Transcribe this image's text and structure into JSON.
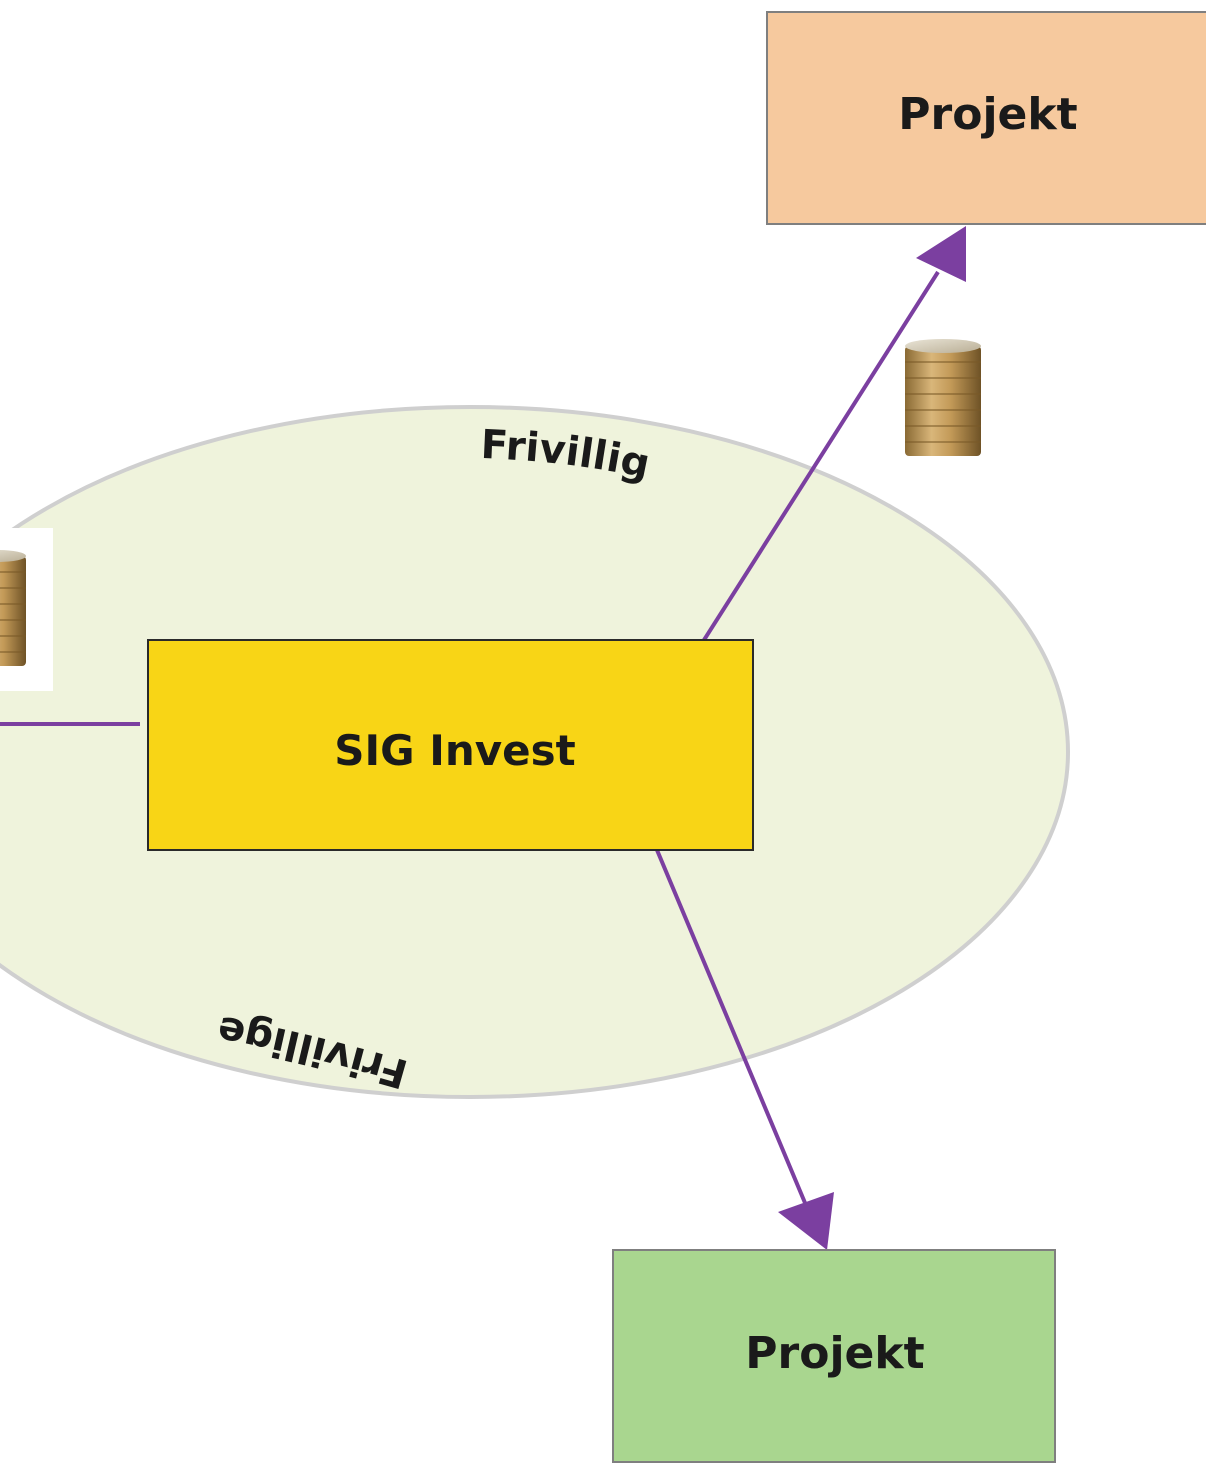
{
  "nodes": {
    "center": {
      "label": "SIG Invest",
      "fill": "#f8d516"
    },
    "top_right": {
      "label": "Projekt",
      "fill": "#f6c99e"
    },
    "bottom_right": {
      "label": "Projekt",
      "fill": "#a9d68f"
    }
  },
  "ring": {
    "fill": "#eff3dc",
    "stroke": "#cfcfcf",
    "label_top": "Frivillig",
    "label_bottom": "Frivillige"
  },
  "arrows": {
    "color": "#7b3fa0"
  },
  "icons": [
    "coin-stack-icon",
    "coin-stack-icon"
  ]
}
